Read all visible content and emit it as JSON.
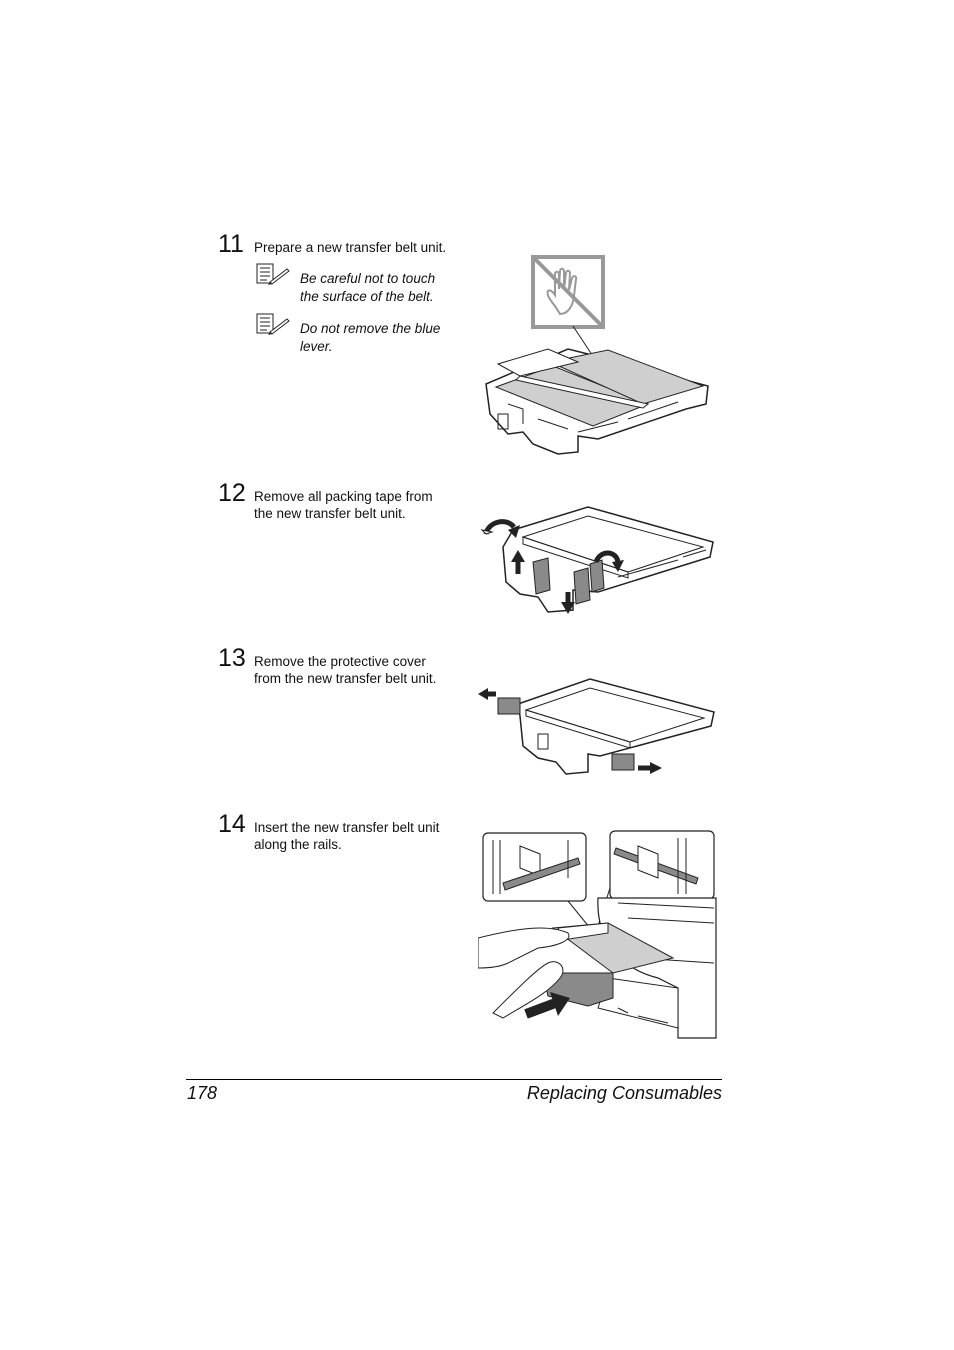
{
  "steps": [
    {
      "number": "11",
      "text": "Prepare a new transfer belt unit.",
      "notes": [
        {
          "text": "Be careful not to touch\nthe surface of the belt.",
          "icon": "note-pencil-icon"
        },
        {
          "text": "Do not remove the blue\nlever.",
          "icon": "note-pencil-icon"
        }
      ]
    },
    {
      "number": "12",
      "text": "Remove all packing tape from\nthe new transfer belt unit."
    },
    {
      "number": "13",
      "text": "Remove the protective cover\nfrom the new transfer belt unit."
    },
    {
      "number": "14",
      "text": "Insert the new transfer belt unit\nalong the rails."
    }
  ],
  "footer": {
    "page_number": "178",
    "section_title": "Replacing Consumables"
  },
  "colors": {
    "belt_gray": "#cfcfcf",
    "dark_gray": "#8a8a8a",
    "line": "#222222"
  }
}
